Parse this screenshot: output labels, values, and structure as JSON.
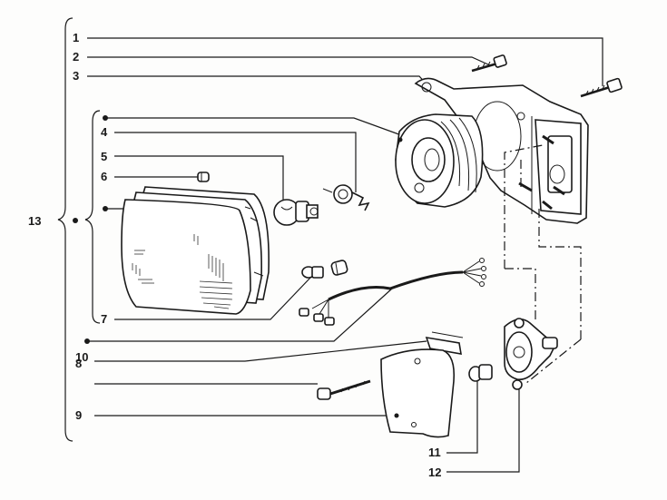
{
  "labels": {
    "p1": "1",
    "p2": "2",
    "p3": "3",
    "p4": "4",
    "p5": "5",
    "p6": "6",
    "p7": "7",
    "p8": "8",
    "p9": "9",
    "p10": "10",
    "p11": "11",
    "p12": "12",
    "p13": "13"
  }
}
